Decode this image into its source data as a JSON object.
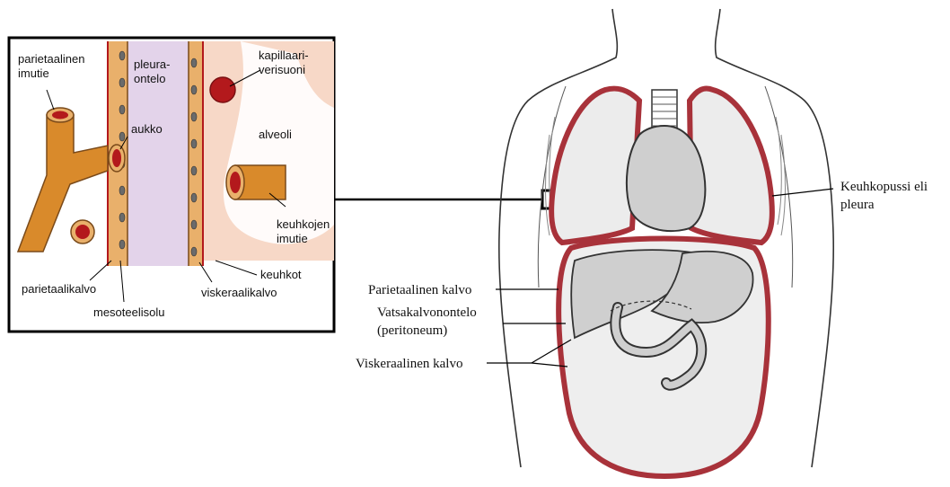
{
  "inset": {
    "labels": {
      "parietal_lymph": [
        "parietaalinen",
        "imutie"
      ],
      "pleural_cavity": [
        "pleura-",
        "ontelo"
      ],
      "capillary": [
        "kapillaari-",
        "verisuoni"
      ],
      "opening": "aukko",
      "alveolus": "alveoli",
      "lung_lymph": [
        "keuhkojen",
        "imutie"
      ],
      "parietal_membrane": "parietaalikalvo",
      "lungs": "keuhkot",
      "mesothelial_cell": "mesoteelisolu",
      "visceral_membrane": "viskeraalikalvo"
    }
  },
  "torso": {
    "labels": {
      "pleura": [
        "Keuhkopussi eli",
        "pleura"
      ],
      "parietal_membrane": "Parietaalinen kalvo",
      "peritoneal_cavity": [
        "Vatsakalvonontelo",
        "(peritoneum)"
      ],
      "visceral_membrane": "Viskeraalinen kalvo"
    }
  },
  "colors": {
    "membrane": "#a8323a",
    "organ_fill": "#cfcfcf",
    "pleura_cavity": "#e3d3ea",
    "tissue": "#f7d8c7",
    "lymph": "#d98a2b",
    "vessel": "#b3191c"
  }
}
